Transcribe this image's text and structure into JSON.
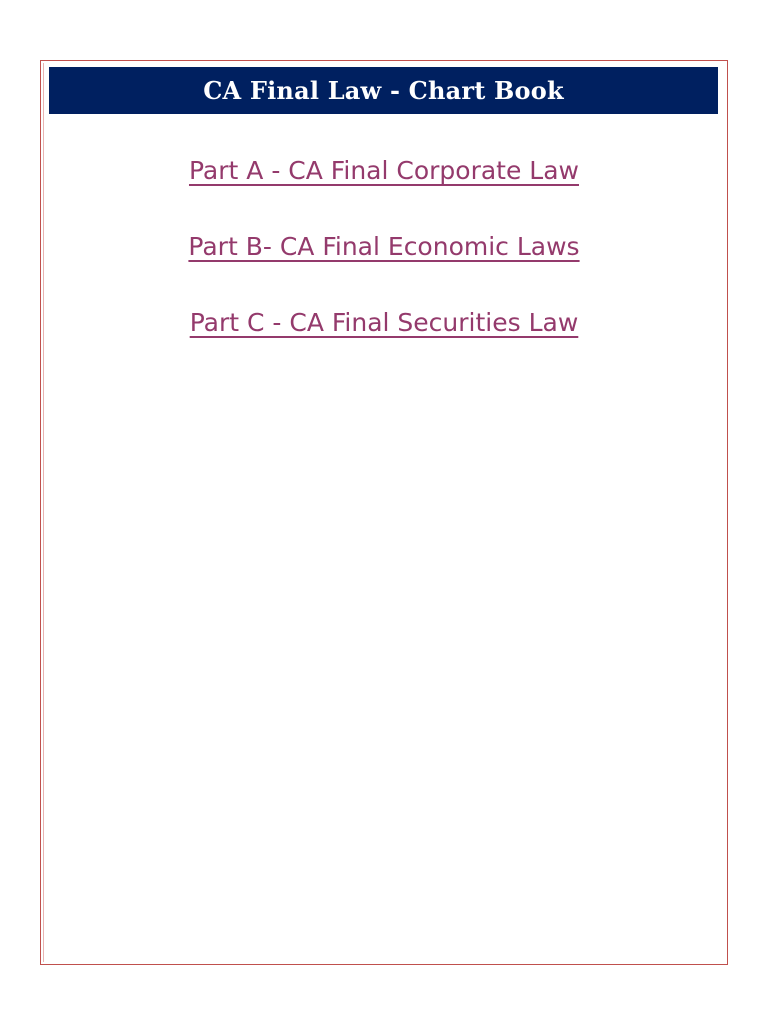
{
  "document": {
    "title": "CA Final Law - Chart Book",
    "contents": [
      {
        "label": "Part A - CA Final Corporate Law"
      },
      {
        "label": "Part B- CA Final Economic Laws"
      },
      {
        "label": "Part C - CA Final Securities Law"
      }
    ]
  },
  "colors": {
    "title_bar_background": "#002060",
    "title_text": "#ffffff",
    "link_text": "#943a6c",
    "page_border": "#c0504d"
  }
}
